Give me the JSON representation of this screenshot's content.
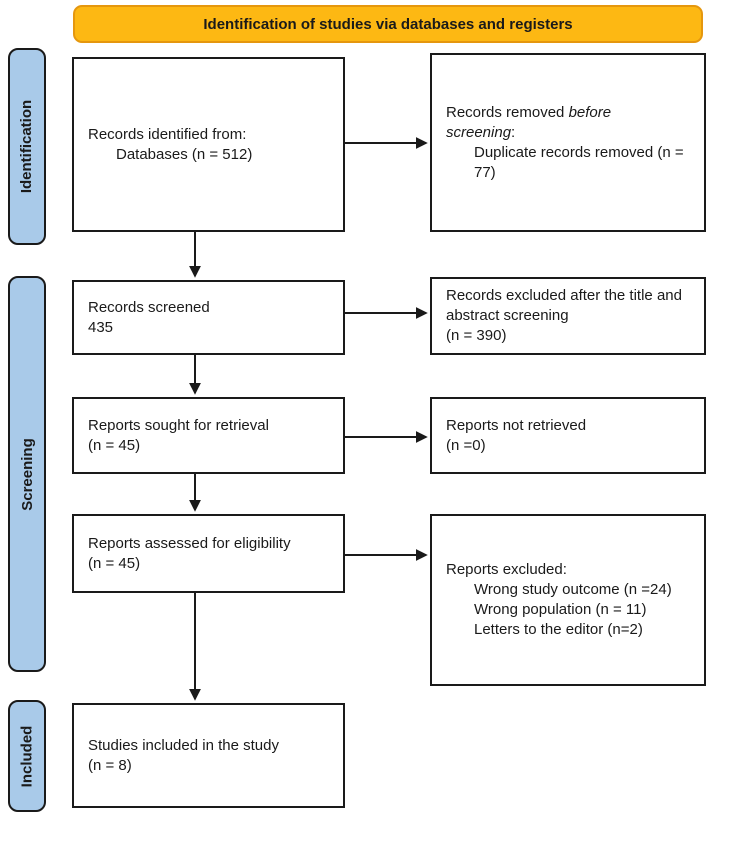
{
  "banner": {
    "label": "Identification of studies via databases and registers"
  },
  "stages": {
    "identification": "Identification",
    "screening": "Screening",
    "included": "Included"
  },
  "colors": {
    "banner_fill": "#FDB813",
    "banner_border": "#E5970E",
    "stage_fill": "#A9CAE9",
    "box_border": "#1A1A1A"
  },
  "boxes": {
    "records_identified": {
      "title": "Records identified from:",
      "items": [
        "Databases (n = 512)"
      ]
    },
    "records_removed": {
      "title_prefix": "Records removed ",
      "title_italic": "before screening",
      "title_suffix": ":",
      "items": [
        "Duplicate records removed (n = 77)"
      ]
    },
    "records_screened": {
      "line1": "Records screened",
      "line2": "435"
    },
    "records_excluded": {
      "line1": "Records excluded after the title and abstract screening",
      "line2": "(n = 390)"
    },
    "reports_sought": {
      "line1": "Reports sought for retrieval",
      "line2": "(n = 45)"
    },
    "reports_not_retrieved": {
      "line1": "Reports not retrieved",
      "line2": "(n =0)"
    },
    "reports_assessed": {
      "line1": "Reports assessed for eligibility",
      "line2": "(n = 45)"
    },
    "reports_excluded": {
      "title": "Reports excluded:",
      "items": [
        "Wrong study outcome (n =24)",
        "Wrong population (n = 11)",
        "Letters to the editor (n=2)"
      ]
    },
    "studies_included": {
      "line1": "Studies included in the study",
      "line2": "(n = 8)"
    }
  }
}
